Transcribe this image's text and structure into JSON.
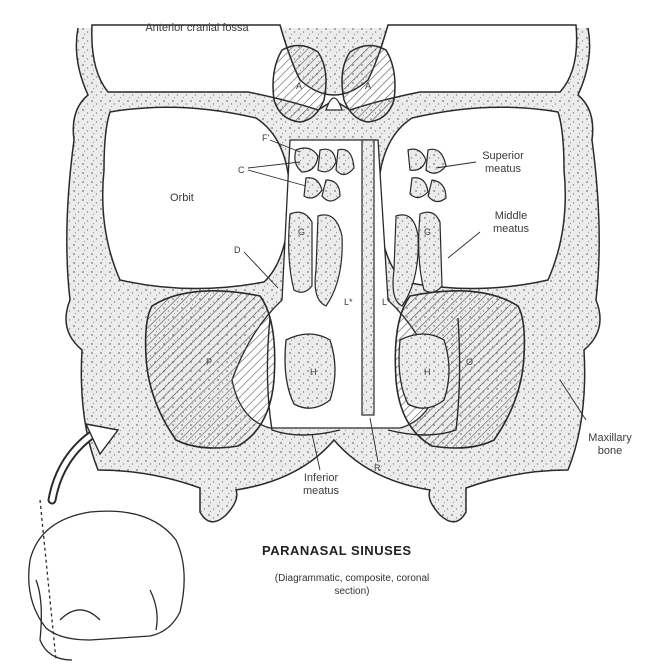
{
  "labels": {
    "anterior_cranial_fossa": "Anterior cranial fossa",
    "orbit": "Orbit",
    "superior_meatus": "Superior meatus",
    "middle_meatus": "Middle meatus",
    "inferior_meatus": "Inferior meatus",
    "maxillary_bone": "Maxillary bone"
  },
  "letters": {
    "a_left": "A",
    "a_right": "A",
    "f_prime": "F'",
    "c": "C",
    "d": "D",
    "g_left": "G",
    "g_right": "G",
    "l_left": "L*",
    "l_right": "L*",
    "p_left": "P",
    "p_right": "O",
    "h_left": "H",
    "h_right": "H",
    "r": "R"
  },
  "title": "PARANASAL SINUSES",
  "subtitle": "(Diagrammatic, composite, coronal section)",
  "colors": {
    "ink": "#2a2a2a",
    "bone_fill": "#e9e9e9",
    "hatch": "#555555"
  }
}
